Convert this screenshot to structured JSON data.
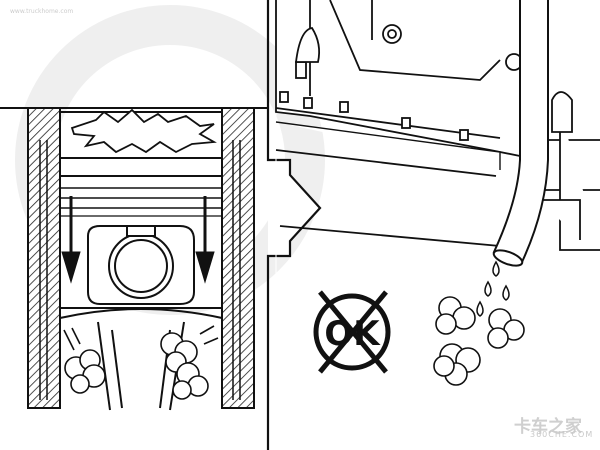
{
  "diagram": {
    "left_panel": "piston blow-by: combustion flash above piston, gases forced past the rings down the cylinder walls",
    "right_panel": "gas and oil droplets escaping from the crankcase breather hose",
    "prohibition_text": "OK"
  },
  "watermark": {
    "chinese": "卡车之家",
    "site": "360CHE.COM",
    "corner": "www.truckhome.com"
  },
  "colors": {
    "line": "#111111",
    "background": "#ffffff",
    "watermark": "#cccccc",
    "hatch": "#222222"
  }
}
